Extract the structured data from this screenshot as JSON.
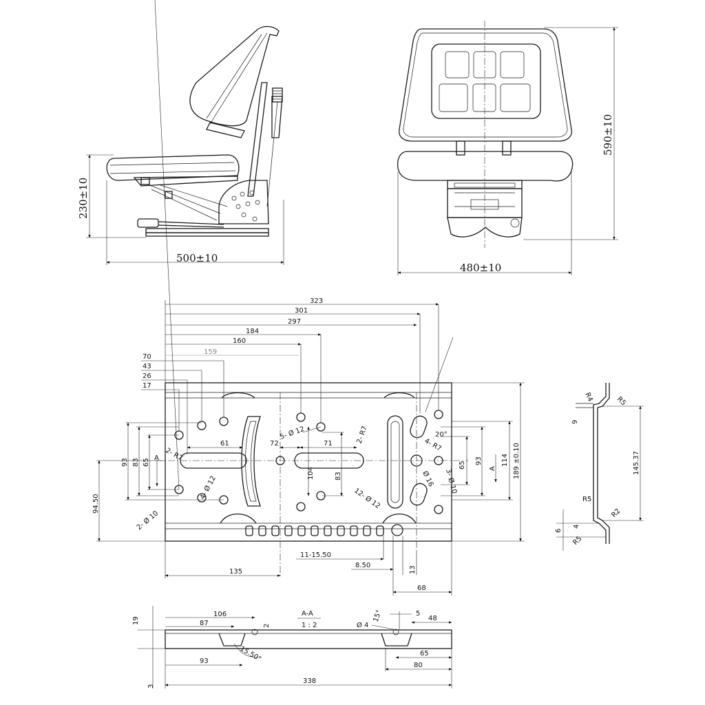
{
  "side_view": {
    "overall_width": "500±10",
    "height": "230±10"
  },
  "front_view": {
    "overall_width": "480±10",
    "height": "590±10"
  },
  "base_plate": {
    "top_dims": [
      "323",
      "301",
      "297",
      "184",
      "160",
      "159"
    ],
    "left_offsets": [
      "70",
      "43",
      "26",
      "17"
    ],
    "inner": {
      "d61": "61",
      "d72": "72",
      "d71": "71",
      "holes12_5": "5- Ø 12",
      "holes12_4": "4- Ø 12",
      "holes10_2": "2- Ø 10",
      "slot_r7_2": "2- R7",
      "slot_r7_2b": "2- R7",
      "slot_r7_4": "4- R7",
      "holes12_12": "12- Ø 12",
      "d16": "Ø 16",
      "d10_3": "3- Ø 10",
      "angle20": "20°",
      "h104": "104",
      "h83b": "83",
      "h93r": "93",
      "h65r": "65",
      "sectionA_r": "A"
    },
    "left_vertical": [
      "93",
      "83",
      "65",
      "94.50"
    ],
    "right_vertical": [
      "114",
      "189 ±0.10"
    ],
    "sectionA_l": "A",
    "bottom_dims": [
      "135",
      "11-15.50",
      "8.50",
      "13",
      "68"
    ]
  },
  "side_profile": {
    "labels": [
      "R4",
      "R5",
      "9",
      "145.37",
      "R5",
      "R2",
      "6",
      "4",
      "R5"
    ]
  },
  "section_aa": {
    "title": "A-A",
    "scale": "1 : 2",
    "dims": [
      "106",
      "87",
      "2",
      "19",
      "15.50°",
      "93",
      "3",
      "Ø 4",
      "15°",
      "5",
      "48",
      "65",
      "80",
      "338"
    ]
  }
}
